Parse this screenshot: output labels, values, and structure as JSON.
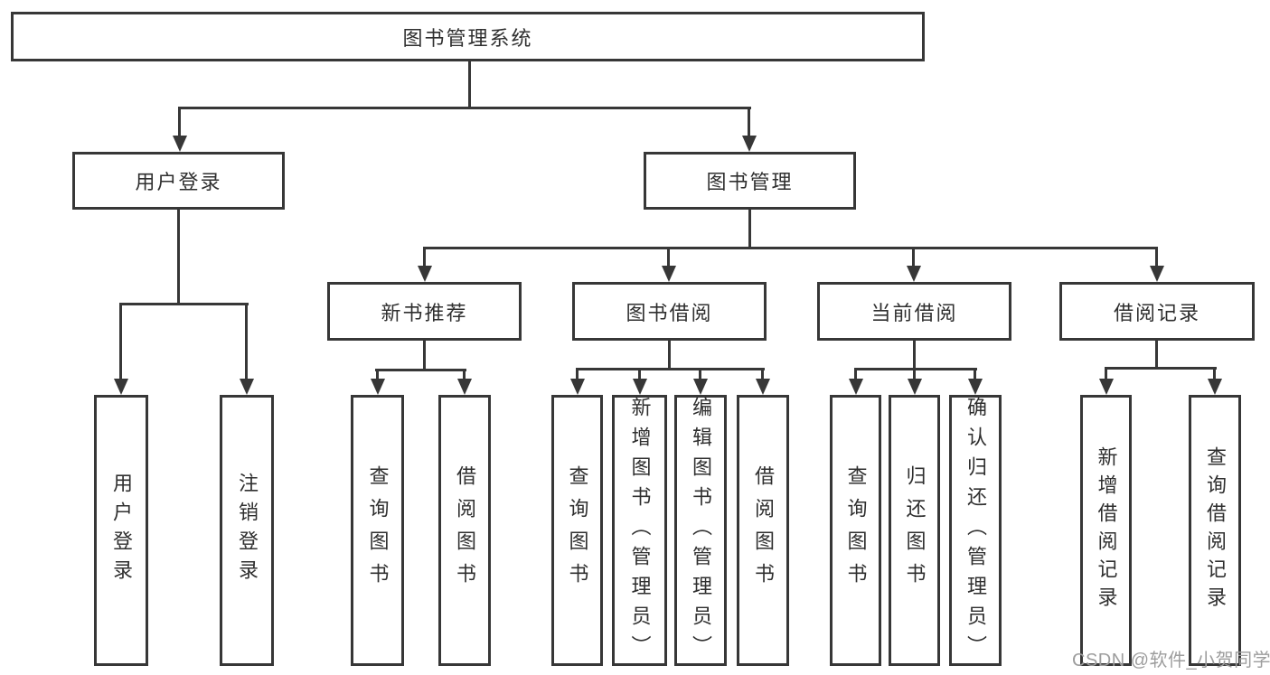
{
  "diagram": {
    "root": {
      "label": "图书管理系统"
    },
    "branches": [
      {
        "label": "用户登录",
        "children": [
          {
            "label": "用户登录"
          },
          {
            "label": "注销登录"
          }
        ]
      },
      {
        "label": "图书管理",
        "groups": [
          {
            "label": "新书推荐",
            "children": [
              {
                "label": "查询图书"
              },
              {
                "label": "借阅图书"
              }
            ]
          },
          {
            "label": "图书借阅",
            "children": [
              {
                "label": "查询图书"
              },
              {
                "label": "新增图书（管理员）"
              },
              {
                "label": "编辑图书（管理员）"
              },
              {
                "label": "借阅图书"
              }
            ]
          },
          {
            "label": "当前借阅",
            "children": [
              {
                "label": "查询图书"
              },
              {
                "label": "归还图书"
              },
              {
                "label": "确认归还（管理员）"
              }
            ]
          },
          {
            "label": "借阅记录",
            "children": [
              {
                "label": "新增借阅记录"
              },
              {
                "label": "查询借阅记录"
              }
            ]
          }
        ]
      }
    ],
    "watermark": "CSDN @软件_小贺同学",
    "colors": {
      "line": "#373737",
      "text": "#2f2f2f",
      "box_background": "#ffffff",
      "watermark": "#9d9d9d"
    }
  }
}
